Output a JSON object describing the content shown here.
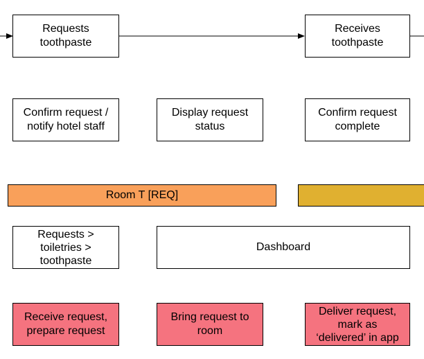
{
  "colors": {
    "lane_orange": "#f9a05a",
    "lane_gold": "#e0b030",
    "pink": "#f5737f",
    "stroke": "#000000"
  },
  "nodes": {
    "requests_toothpaste": "Requests\ntoothpaste",
    "receives_toothpaste": "Receives\ntoothpaste",
    "confirm_request_notify": "Confirm request /\nnotify hotel staff",
    "display_request_status": "Display request\nstatus",
    "confirm_request_complete": "Confirm request\ncomplete",
    "requests_toiletries": "Requests >\ntoiletries >\ntoothpaste",
    "dashboard": "Dashboard",
    "receive_request": "Receive request,\nprepare request",
    "bring_request": "Bring request to\nroom",
    "deliver_request": "Deliver request,\nmark as\n‘delivered’ in app"
  },
  "lanes": {
    "room_t": "Room T [REQ]",
    "second_lane": ""
  }
}
